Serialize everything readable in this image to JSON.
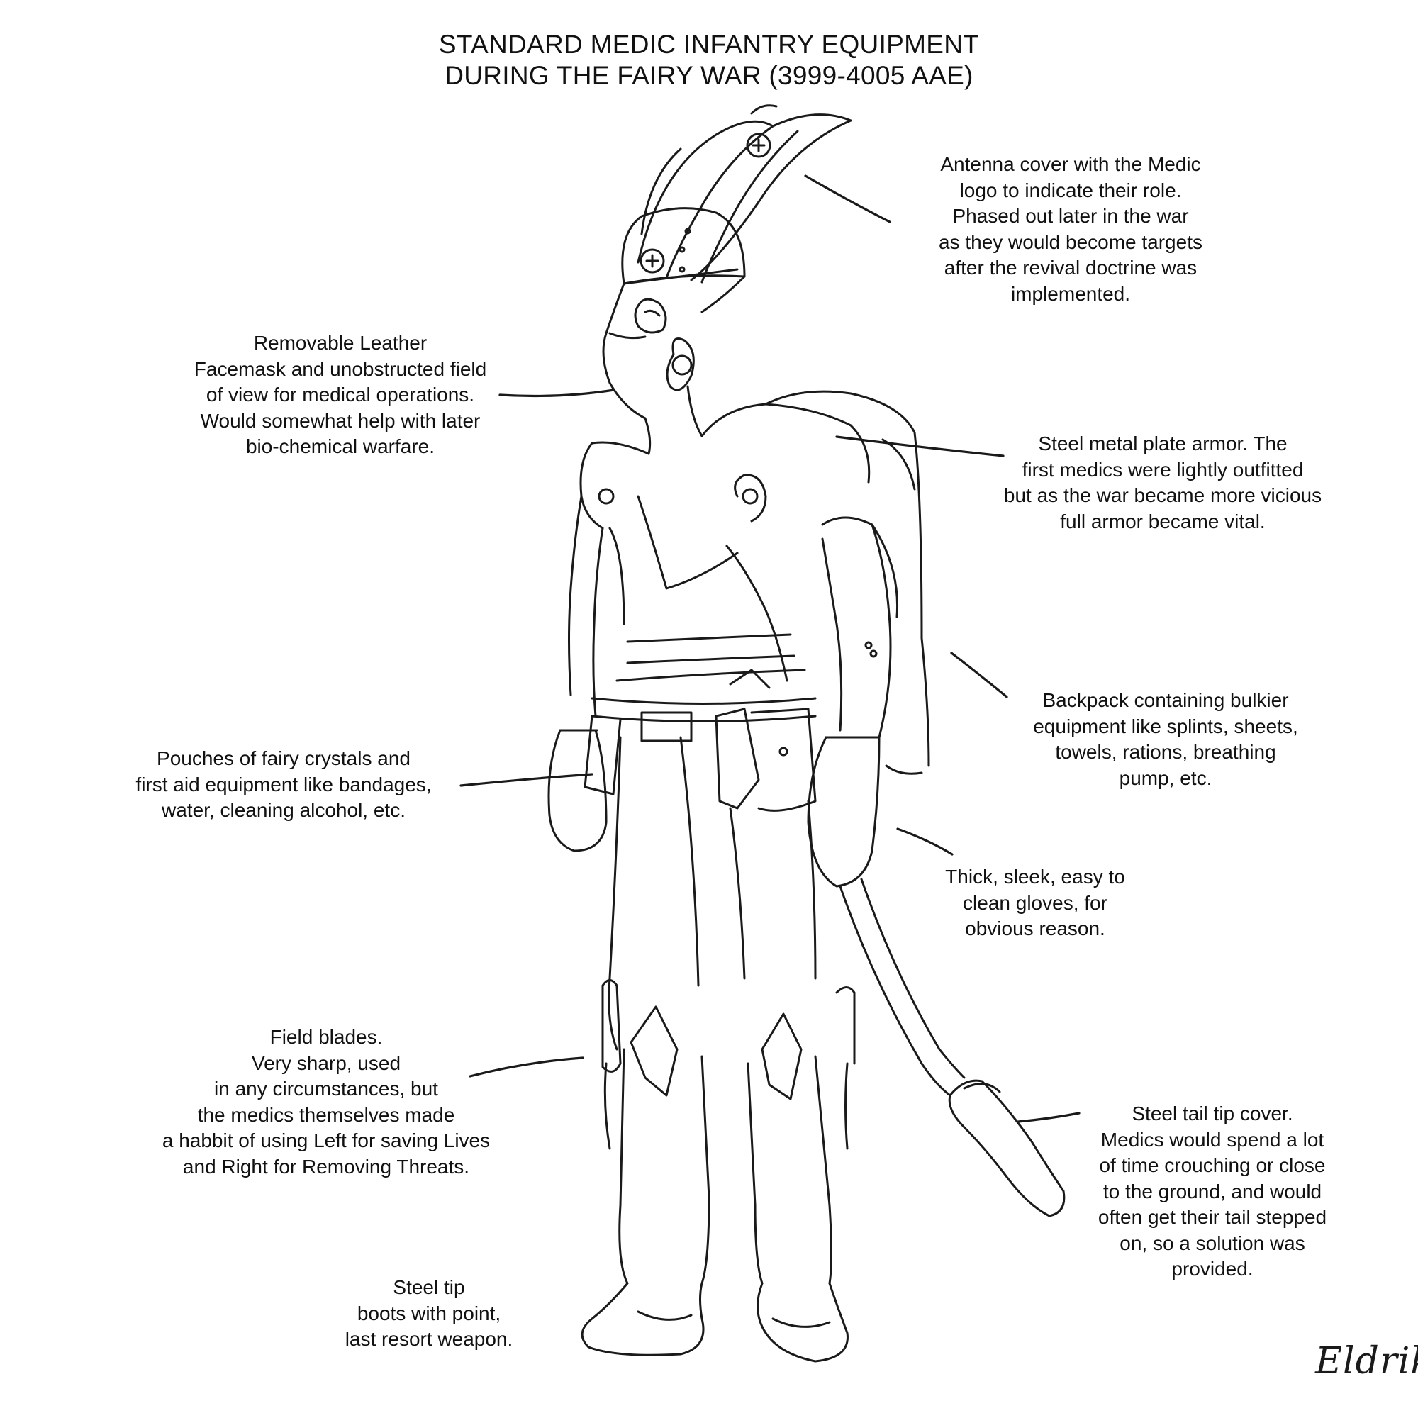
{
  "title": {
    "line1": "STANDARD MEDIC INFANTRY EQUIPMENT",
    "line2": "DURING THE FAIRY WAR (3999-4005 AAE)"
  },
  "annotations": [
    {
      "id": "antenna",
      "lines": [
        "Antenna cover with the Medic",
        "logo to indicate their role.",
        "Phased out later in the war",
        "as they would become targets",
        "after the revival doctrine was",
        "implemented."
      ]
    },
    {
      "id": "facemask",
      "lines": [
        "Removable Leather",
        "Facemask and unobstructed field",
        "of view for medical operations.",
        "Would somewhat help with later",
        "bio-chemical warfare."
      ]
    },
    {
      "id": "armor",
      "lines": [
        "Steel metal plate armor. The",
        "first medics were lightly outfitted",
        "but as the war became more vicious",
        "full armor became vital."
      ]
    },
    {
      "id": "backpack",
      "lines": [
        "Backpack containing bulkier",
        "equipment like splints, sheets,",
        "towels, rations, breathing",
        "pump, etc."
      ]
    },
    {
      "id": "pouches",
      "lines": [
        "Pouches of fairy crystals and",
        "first aid equipment like bandages,",
        "water, cleaning alcohol, etc."
      ]
    },
    {
      "id": "gloves",
      "lines": [
        "Thick, sleek, easy to",
        "clean gloves, for",
        "obvious reason."
      ]
    },
    {
      "id": "blades",
      "lines": [
        "Field blades.",
        "Very sharp, used",
        "in any circumstances, but",
        "the medics themselves made",
        "a habbit of using Left for saving Lives",
        "and Right for Removing Threats."
      ]
    },
    {
      "id": "tail",
      "lines": [
        "Steel tail tip cover.",
        "Medics would spend a lot",
        "of time crouching or close",
        "to the ground, and would",
        "often get their tail stepped",
        "on, so a solution was",
        "provided."
      ]
    },
    {
      "id": "boots",
      "lines": [
        "Steel tip",
        "boots with point,",
        "last resort weapon."
      ]
    }
  ],
  "signature": "Eldrik",
  "icons": {
    "medic_logo": "cross-circle-icon"
  }
}
